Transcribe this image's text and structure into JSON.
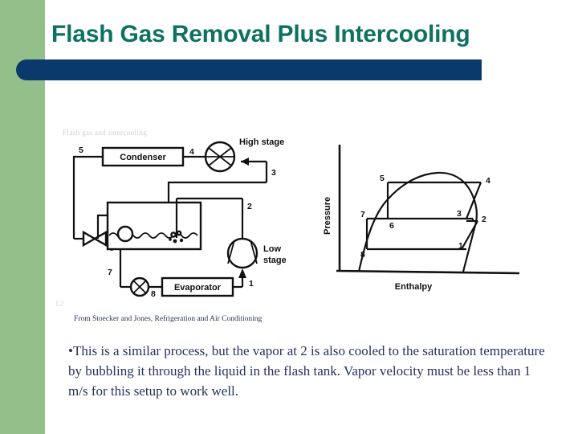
{
  "slide": {
    "title": "Flash Gas Removal Plus Intercooling",
    "title_color": "#0d7262",
    "sidebar_color": "#93c08a",
    "underbar_color": "#0a3a6b",
    "body_text_color": "#25335f"
  },
  "ghost": {
    "top_fragment": "Flash gas and intercooling",
    "left_fragment": "12"
  },
  "credit": {
    "text": "From Stoecker and Jones, Refrigeration and Air Conditioning"
  },
  "body": {
    "bullet": "•",
    "text": "This is a similar process, but the vapor at 2 is also cooled to the saturation temperature by bubbling it through the liquid in the flash tank. Vapor velocity must be less than 1 m/s for this setup to work well."
  },
  "schematic": {
    "components": {
      "condenser": "Condenser",
      "evaporator": "Evaporator",
      "high_stage": "High  stage",
      "low_stage_line1": "Low",
      "low_stage_line2": "stage"
    },
    "state_points": [
      "1",
      "2",
      "3",
      "4",
      "5",
      "6",
      "7",
      "8"
    ]
  },
  "chart_data": {
    "type": "line",
    "title": "",
    "xlabel": "Enthalpy",
    "ylabel": "Pressure",
    "grid": false,
    "legend": "none",
    "annotations": [
      "1",
      "2",
      "3",
      "4",
      "5",
      "6",
      "7",
      "8"
    ],
    "series": [
      {
        "name": "saturation-dome",
        "points": [
          [
            0.06,
            0.0
          ],
          [
            0.13,
            0.5
          ],
          [
            0.18,
            0.68
          ],
          [
            0.26,
            0.8
          ],
          [
            0.38,
            0.88
          ],
          [
            0.52,
            0.89
          ],
          [
            0.64,
            0.85
          ],
          [
            0.71,
            0.74
          ],
          [
            0.74,
            0.6
          ],
          [
            0.75,
            0.42
          ],
          [
            0.75,
            0.22
          ]
        ]
      },
      {
        "name": "cycle-path",
        "points": [
          [
            0.22,
            0.68
          ],
          [
            0.87,
            0.68
          ],
          [
            0.78,
            0.38
          ],
          [
            0.13,
            0.38
          ],
          [
            0.13,
            0.1
          ],
          [
            0.75,
            0.1
          ],
          [
            0.85,
            0.38
          ],
          [
            0.22,
            0.38
          ],
          [
            0.22,
            0.68
          ]
        ]
      }
    ],
    "state_labels": {
      "1": [
        0.74,
        0.1
      ],
      "2": [
        0.88,
        0.38
      ],
      "3": [
        0.74,
        0.4
      ],
      "4": [
        0.9,
        0.68
      ],
      "5": [
        0.22,
        0.7
      ],
      "6": [
        0.25,
        0.34
      ],
      "7": [
        0.12,
        0.4
      ],
      "8": [
        0.12,
        0.06
      ]
    }
  }
}
